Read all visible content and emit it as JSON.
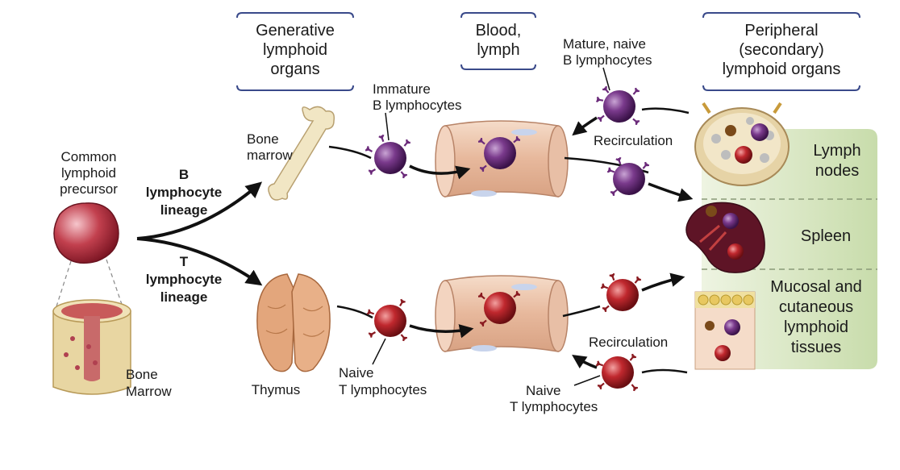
{
  "headers": {
    "generative": [
      "Generative",
      "lymphoid",
      "organs"
    ],
    "blood": [
      "Blood,",
      "lymph"
    ],
    "peripheral": [
      "Peripheral",
      "(secondary)",
      "lymphoid organs"
    ]
  },
  "labels": {
    "clp": [
      "Common",
      "lymphoid",
      "precursor"
    ],
    "b_lineage": [
      "B",
      "lymphocyte",
      "lineage"
    ],
    "t_lineage": [
      "T",
      "lymphocyte",
      "lineage"
    ],
    "bone_marrow_top": [
      "Bone",
      "marrow"
    ],
    "bone_marrow_bottom": [
      "Bone",
      "Marrow"
    ],
    "thymus": "Thymus",
    "immature_b": [
      "Immature",
      "B lymphocytes"
    ],
    "mature_b": [
      "Mature, naive",
      "B lymphocytes"
    ],
    "recirc_top": "Recirculation",
    "recirc_bottom": "Recirculation",
    "naive_t_left": [
      "Naive",
      "T lymphocytes"
    ],
    "naive_t_right": [
      "Naive",
      "T lymphocytes"
    ]
  },
  "organs": {
    "lymph_nodes": [
      "Lymph",
      "nodes"
    ],
    "spleen": "Spleen",
    "mucosal": [
      "Mucosal and",
      "cutaneous",
      "lymphoid",
      "tissues"
    ]
  },
  "colors": {
    "b_cell": "#6b2a7a",
    "t_cell": "#b8222a",
    "panel": "#d2e2b8",
    "bracket": "#3a4a8a",
    "vessel": "#e9c7b0",
    "bone": "#efe3c0",
    "thymus": "#e2a57a"
  }
}
